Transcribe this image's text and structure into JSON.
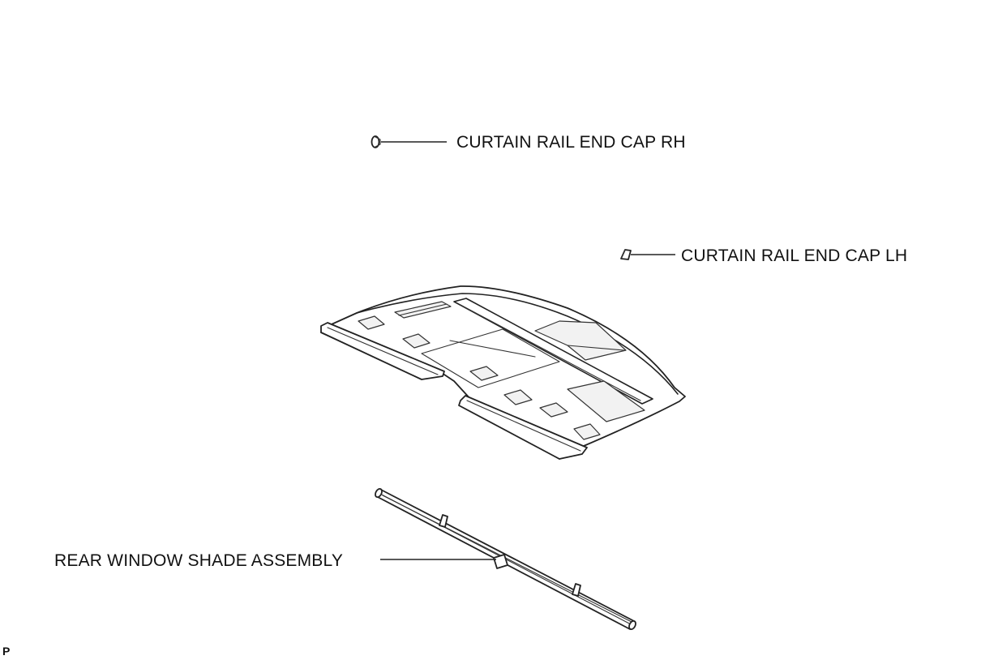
{
  "labels": {
    "end_cap_rh": "CURTAIN RAIL END CAP RH",
    "end_cap_lh": "CURTAIN RAIL END CAP LH",
    "shade_assembly": "REAR WINDOW SHADE ASSEMBLY",
    "corner_code": "P"
  }
}
